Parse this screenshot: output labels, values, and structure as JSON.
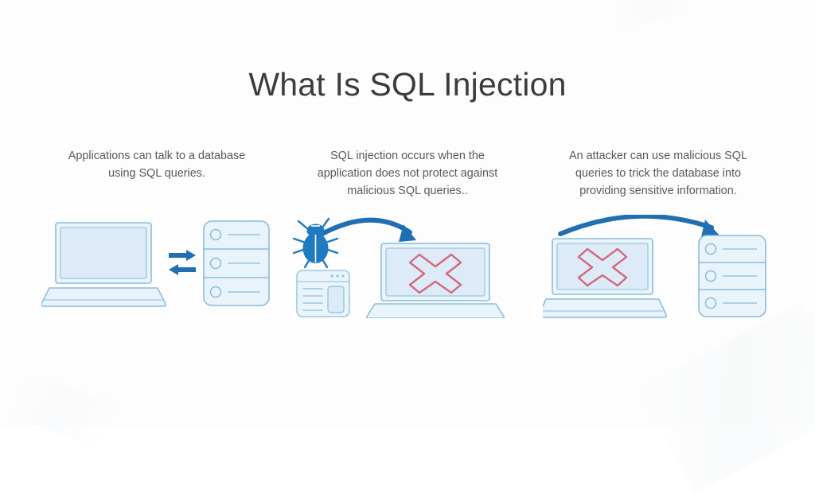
{
  "slide": {
    "background_color": "#fdfdfd",
    "title": "What Is SQL Injection",
    "title_color": "#3c3c3c"
  },
  "theme": {
    "arrow_blue": "#1f6fb2",
    "line_blue": "#7fb4d6",
    "fill_blue": "#e3eff8",
    "screen_blue": "#dcebf7",
    "bug_blue": "#1f7ac0",
    "x_red": "#d4697e",
    "caption_color": "#59595b"
  },
  "panels": [
    {
      "id": "panel-applications-talk-to-database",
      "caption": "Applications can talk to a database using SQL queries.",
      "illustration": {
        "name": "laptop-arrows-database",
        "elements": [
          "laptop",
          "arrow-right-icon",
          "arrow-left-icon",
          "database-stack"
        ],
        "database_rows": 3
      }
    },
    {
      "id": "panel-sql-injection-occurs",
      "caption": "SQL injection occurs when the application does not protect against malicious SQL queries..",
      "illustration": {
        "name": "bug-browser-laptop-error",
        "elements": [
          "bug-icon",
          "browser-window-icon",
          "curved-arrow-icon",
          "laptop-with-error"
        ],
        "error_mark": "x-cross-icon"
      }
    },
    {
      "id": "panel-attacker-tricks-database",
      "caption": "An attacker can use malicious SQL queries to trick the database into providing sensitive information.",
      "illustration": {
        "name": "laptop-error-arrow-database",
        "elements": [
          "laptop-with-error",
          "curved-arrow-icon",
          "database-stack"
        ],
        "error_mark": "x-cross-icon",
        "database_rows": 3
      }
    }
  ]
}
